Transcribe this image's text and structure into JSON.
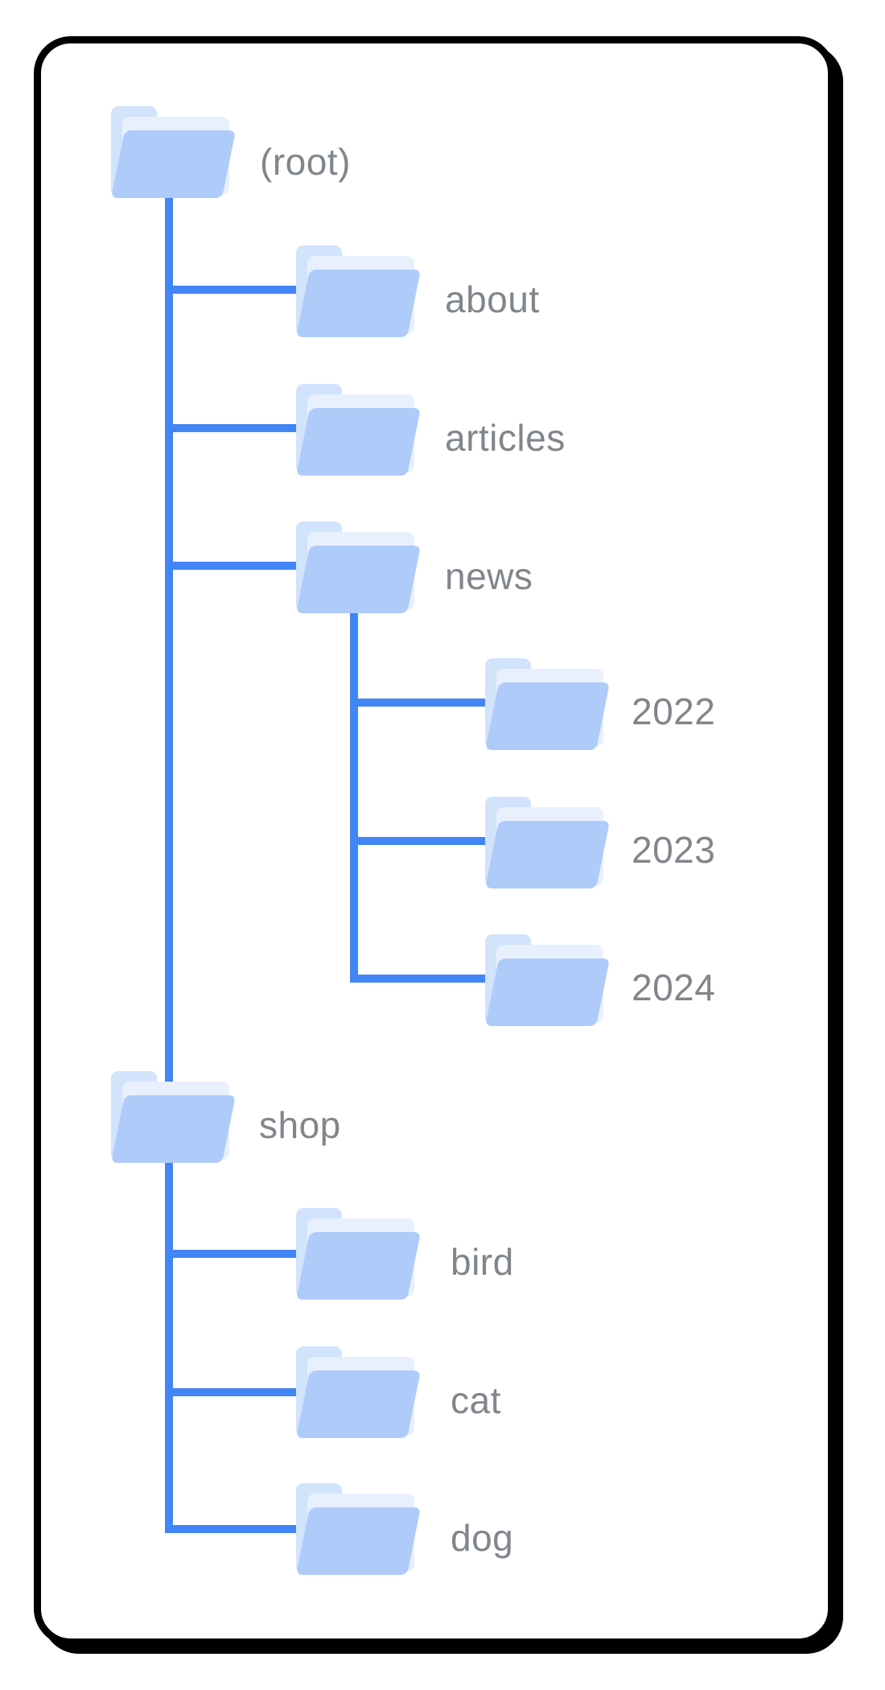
{
  "diagram": {
    "type": "folder-tree",
    "description": "Site URL structure diagram: root directory with about, articles, news (containing 2022, 2023, 2024) and shop (containing bird, cat, dog)"
  },
  "colors": {
    "background": "#ffffff",
    "panel_border": "#000000",
    "connector_line": "#4285f4",
    "folder_front": "#aecbfa",
    "folder_back": "#d2e3fc",
    "folder_sheet": "#e8f0fe",
    "label_text": "#80868b"
  },
  "nodes": {
    "root": {
      "label": "(root)",
      "children": [
        "about",
        "articles",
        "news",
        "shop"
      ]
    },
    "about": {
      "label": "about",
      "children": []
    },
    "articles": {
      "label": "articles",
      "children": []
    },
    "news": {
      "label": "news",
      "children": [
        "2022",
        "2023",
        "2024"
      ]
    },
    "2022": {
      "label": "2022",
      "children": []
    },
    "2023": {
      "label": "2023",
      "children": []
    },
    "2024": {
      "label": "2024",
      "children": []
    },
    "shop": {
      "label": "shop",
      "children": [
        "bird",
        "cat",
        "dog"
      ]
    },
    "bird": {
      "label": "bird",
      "children": []
    },
    "cat": {
      "label": "cat",
      "children": []
    },
    "dog": {
      "label": "dog",
      "children": []
    }
  }
}
